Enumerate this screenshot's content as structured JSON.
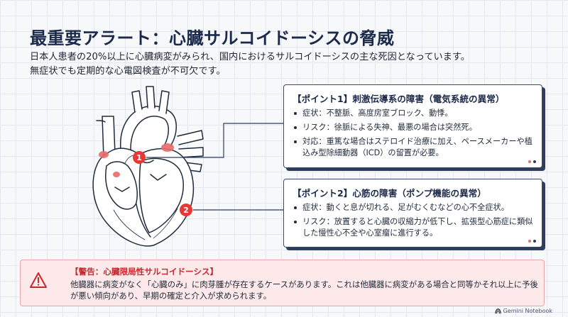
{
  "title": "最重要アラート：心臓サルコイドーシスの脅威",
  "intro": {
    "line1": "日本人患者の20%以上に心臓病変がみられ、国内におけるサルコイドーシスの主な死因となっています。",
    "line2": "無症状でも定期的な心電図検査が不可欠です。"
  },
  "heart": {
    "markers": [
      {
        "label": "1"
      },
      {
        "label": "2"
      }
    ],
    "marker_color": "#e53935"
  },
  "point1": {
    "title": "【ポイント1】刺激伝導系の障害（電気系統の異常）",
    "items": [
      "症状：不整脈、高度房室ブロック、動悸。",
      "リスク：徐脈による失神、最悪の場合は突然死。",
      "対応：重篤な場合はステロイド治療に加え、ペースメーカーや植込み型除細動器（ICD）の留置が必要。"
    ]
  },
  "point2": {
    "title": "【ポイント2】心筋の障害（ポンプ機能の異常）",
    "items": [
      "症状：動くと息が切れる、足がむくむなどの心不全症状。",
      "リスク：放置すると心臓の収縮力が低下し、拡張型心筋症に類似した慢性心不全や心室瘤に進行する。"
    ]
  },
  "warning": {
    "title": "【警告：心臓限局性サルコイドーシス】",
    "body": "他臓器に病変がなく「心臓のみ」に肉芽腫が存在するケースがあります。これは他臓器に病変がある場合と同等かそれ以上に予後が悪い傾向があり、早期の確定と介入が求められます。",
    "accent": "#c6282d"
  },
  "footer": {
    "brand": "Gemini Notebook"
  },
  "colors": {
    "title": "#1b2a4a",
    "accent": "#e8735c",
    "card_border": "#2e3d5c"
  }
}
